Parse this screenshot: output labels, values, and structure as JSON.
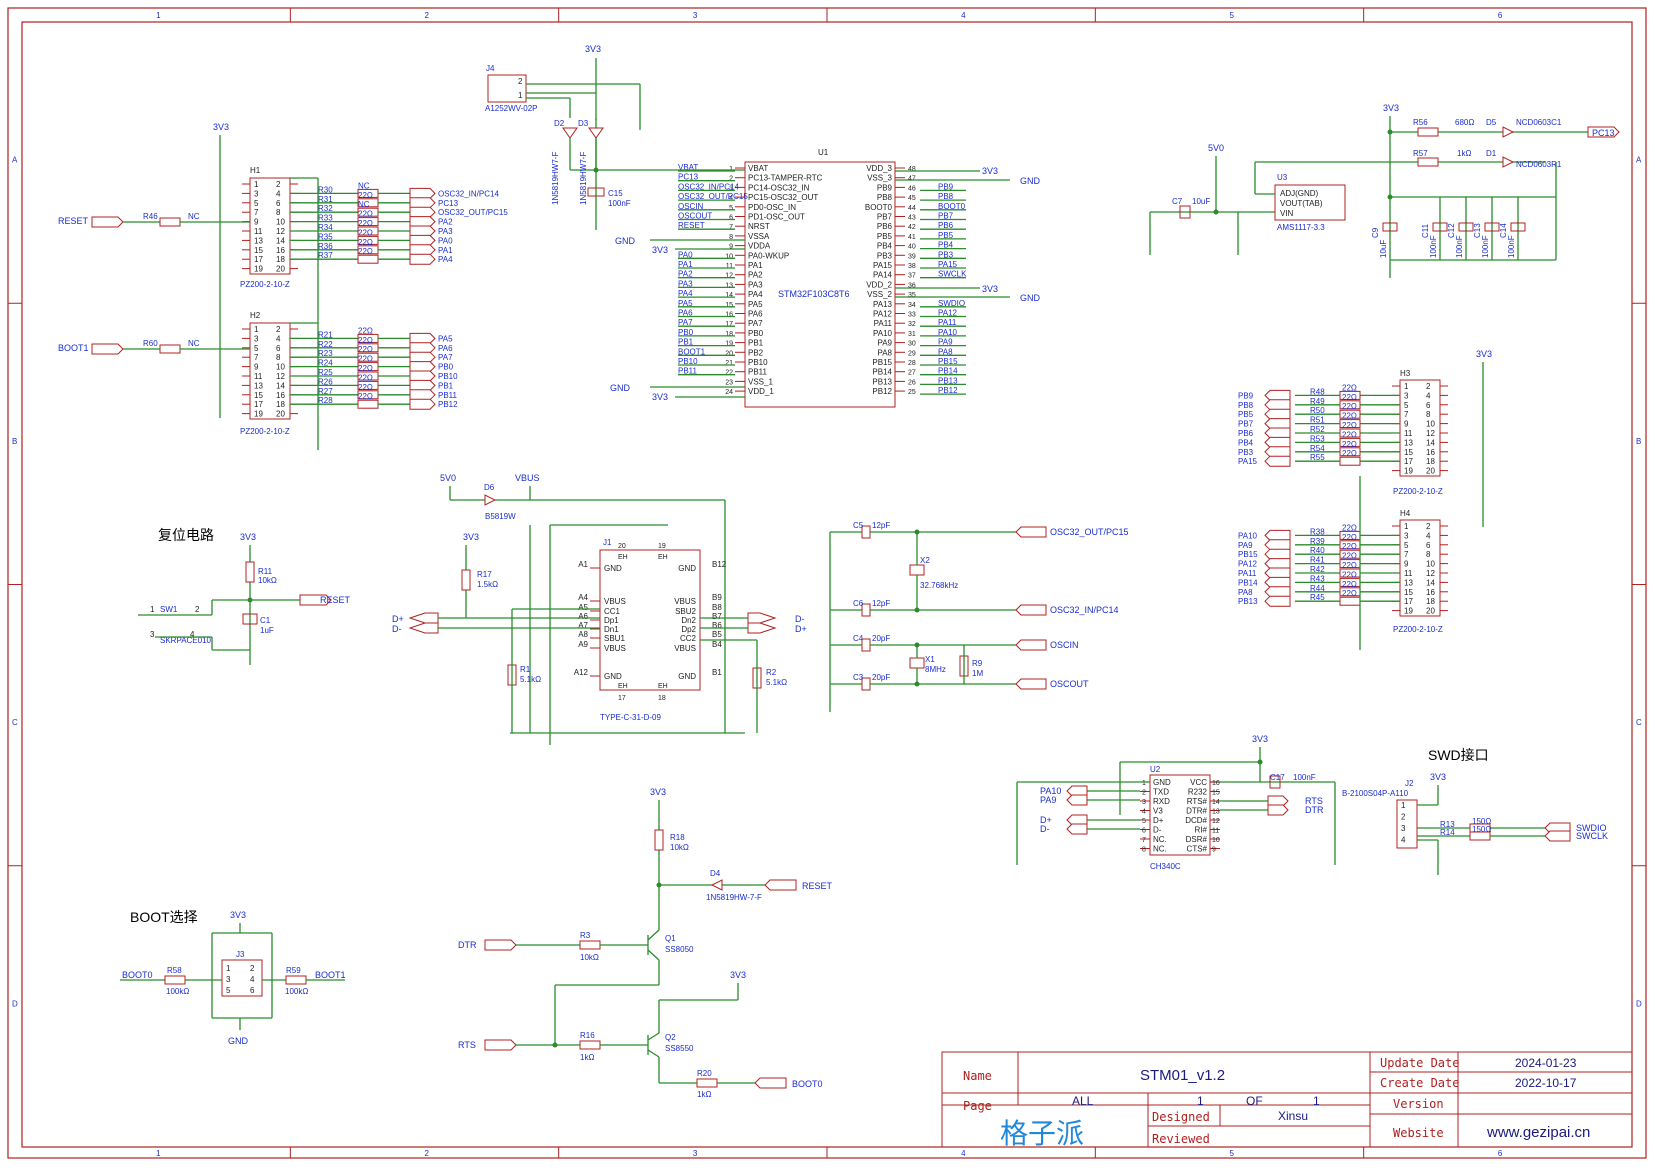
{
  "border": {
    "cols": [
      "1",
      "2",
      "3",
      "4",
      "5",
      "6"
    ],
    "rows": [
      "A",
      "B",
      "C",
      "D"
    ]
  },
  "power": {
    "v33": "3V3",
    "v50": "5V0",
    "gnd": "GND",
    "vbus": "VBUS"
  },
  "sections": {
    "reset": "复位电路",
    "boot": "BOOT选择",
    "swd": "SWD接口"
  },
  "mcu": {
    "ref": "U1",
    "part": "STM32F103C8T6",
    "left_pins": [
      "VBAT",
      "PC13-TAMPER-RTC",
      "PC14-OSC32_IN",
      "PC15-OSC32_OUT",
      "PD0-OSC_IN",
      "PD1-OSC_OUT",
      "NRST",
      "VSSA",
      "VDDA",
      "PA0-WKUP",
      "PA1",
      "PA2",
      "PA3",
      "PA4",
      "PA5",
      "PA6",
      "PA7",
      "PB0",
      "PB1",
      "PB2",
      "PB10",
      "PB11",
      "VSS_1",
      "VDD_1"
    ],
    "left_nums": [
      "1",
      "2",
      "3",
      "4",
      "5",
      "6",
      "7",
      "8",
      "9",
      "10",
      "11",
      "12",
      "13",
      "14",
      "15",
      "16",
      "17",
      "18",
      "19",
      "20",
      "21",
      "22",
      "23",
      "24"
    ],
    "left_nets": [
      "VBAT",
      "PC13",
      "OSC32_IN/PC14",
      "OSC32_OUT/PC15",
      "OSCIN",
      "OSCOUT",
      "RESET",
      "",
      "",
      "PA0",
      "PA1",
      "PA2",
      "PA3",
      "PA4",
      "PA5",
      "PA6",
      "PA7",
      "PB0",
      "PB1",
      "BOOT1",
      "PB10",
      "PB11",
      "",
      ""
    ],
    "right_pins": [
      "VDD_3",
      "VSS_3",
      "PB9",
      "PB8",
      "BOOT0",
      "PB7",
      "PB6",
      "PB5",
      "PB4",
      "PB3",
      "PA15",
      "PA14",
      "VDD_2",
      "VSS_2",
      "PA13",
      "PA12",
      "PA11",
      "PA10",
      "PA9",
      "PA8",
      "PB15",
      "PB14",
      "PB13",
      "PB12"
    ],
    "right_nums": [
      "48",
      "47",
      "46",
      "45",
      "44",
      "43",
      "42",
      "41",
      "40",
      "39",
      "38",
      "37",
      "36",
      "35",
      "34",
      "33",
      "32",
      "31",
      "30",
      "29",
      "28",
      "27",
      "26",
      "25"
    ],
    "right_nets": [
      "",
      "",
      "PB9",
      "PB8",
      "BOOT0",
      "PB7",
      "PB6",
      "PB5",
      "PB4",
      "PB3",
      "PA15",
      "SWCLK",
      "",
      "",
      "SWDIO",
      "PA12",
      "PA11",
      "PA10",
      "PA9",
      "PA8",
      "PB15",
      "PB14",
      "PB13",
      "PB12"
    ]
  },
  "hdr1": {
    "ref": "H1",
    "part": "PZ200-2-10-Z",
    "rows": [
      {
        "r": "R30",
        "v": "NC",
        "net": "OSC32_IN/PC14"
      },
      {
        "r": "R31",
        "v": "22Ω",
        "net": "PC13"
      },
      {
        "r": "R32",
        "v": "NC",
        "net": "OSC32_OUT/PC15"
      },
      {
        "r": "R33",
        "v": "22Ω",
        "net": "PA2"
      },
      {
        "r": "R34",
        "v": "22Ω",
        "net": "PA3"
      },
      {
        "r": "R35",
        "v": "22Ω",
        "net": "PA0"
      },
      {
        "r": "R36",
        "v": "22Ω",
        "net": "PA1"
      },
      {
        "r": "R37",
        "v": "22Ω",
        "net": "PA4"
      }
    ],
    "side": {
      "net": "RESET",
      "r": "R46",
      "v": "NC"
    }
  },
  "hdr2": {
    "ref": "H2",
    "part": "PZ200-2-10-Z",
    "rows": [
      {
        "r": "R21",
        "v": "22Ω",
        "net": "PA5"
      },
      {
        "r": "R22",
        "v": "22Ω",
        "net": "PA6"
      },
      {
        "r": "R23",
        "v": "22Ω",
        "net": "PA7"
      },
      {
        "r": "R24",
        "v": "22Ω",
        "net": "PB0"
      },
      {
        "r": "R25",
        "v": "22Ω",
        "net": "PB10"
      },
      {
        "r": "R26",
        "v": "22Ω",
        "net": "PB1"
      },
      {
        "r": "R27",
        "v": "22Ω",
        "net": "PB11"
      },
      {
        "r": "R28",
        "v": "22Ω",
        "net": "PB12"
      }
    ],
    "side": {
      "net": "BOOT1",
      "r": "R60",
      "v": "NC"
    }
  },
  "hdr3": {
    "ref": "H3",
    "part": "PZ200-2-10-Z",
    "rows": [
      {
        "r": "R48",
        "v": "22Ω",
        "net": "PB9"
      },
      {
        "r": "R49",
        "v": "22Ω",
        "net": "PB8"
      },
      {
        "r": "R50",
        "v": "22Ω",
        "net": "PB5"
      },
      {
        "r": "R51",
        "v": "22Ω",
        "net": "PB7"
      },
      {
        "r": "R52",
        "v": "22Ω",
        "net": "PB6"
      },
      {
        "r": "R53",
        "v": "22Ω",
        "net": "PB4"
      },
      {
        "r": "R54",
        "v": "22Ω",
        "net": "PB3"
      },
      {
        "r": "R55",
        "v": "22Ω",
        "net": "PA15"
      }
    ]
  },
  "hdr4": {
    "ref": "H4",
    "part": "PZ200-2-10-Z",
    "rows": [
      {
        "r": "R38",
        "v": "22Ω",
        "net": "PA10"
      },
      {
        "r": "R39",
        "v": "22Ω",
        "net": "PA9"
      },
      {
        "r": "R40",
        "v": "22Ω",
        "net": "PB15"
      },
      {
        "r": "R41",
        "v": "22Ω",
        "net": "PA12"
      },
      {
        "r": "R42",
        "v": "22Ω",
        "net": "PA11"
      },
      {
        "r": "R43",
        "v": "22Ω",
        "net": "PB14"
      },
      {
        "r": "R44",
        "v": "22Ω",
        "net": "PA8"
      },
      {
        "r": "R45",
        "v": "22Ω",
        "net": "PB13"
      }
    ]
  },
  "hdr_pins": [
    "1",
    "2",
    "3",
    "4",
    "5",
    "6",
    "7",
    "8",
    "9",
    "10",
    "11",
    "12",
    "13",
    "14",
    "15",
    "16",
    "17",
    "18",
    "19",
    "20"
  ],
  "power_in": {
    "j4": "J4",
    "j4_part": "A1252WV-02P",
    "j4_p2": "2",
    "j4_p1": "1",
    "d2": "D2",
    "d3": "D3",
    "d2_part": "1N5819HW7-F",
    "d3_part": "1N5819HW7-F",
    "c15": "C15",
    "c15_v": "100nF"
  },
  "ldo": {
    "u3": "U3",
    "part": "AMS1117-3.3",
    "p1": "ADJ(GND)",
    "p2": "VOUT(TAB)",
    "p3": "VIN",
    "c7": "C7",
    "c7_v": "10uF",
    "caps": [
      {
        "r": "C9",
        "v": "10uF"
      },
      {
        "r": "C11",
        "v": "100nF"
      },
      {
        "r": "C12",
        "v": "100nF"
      },
      {
        "r": "C13",
        "v": "100nF"
      },
      {
        "r": "C14",
        "v": "100nF"
      }
    ],
    "led1": {
      "r": "R56",
      "v": "680Ω",
      "d": "D5",
      "part": "NCD0603C1",
      "net": "PC13"
    },
    "led2": {
      "r": "R57",
      "v": "1kΩ",
      "d": "D1",
      "part": "NCD0603R1"
    }
  },
  "reset_ckt": {
    "r": "R11",
    "rv": "10kΩ",
    "c": "C1",
    "cv": "1uF",
    "sw": "SW1",
    "sw_part": "SKRPACE010",
    "net": "RESET",
    "p1": "1",
    "p2": "2",
    "p3": "3",
    "p4": "4"
  },
  "usb": {
    "j1": "J1",
    "part": "TYPE-C-31-D-09",
    "d6": "D6",
    "d6_part": "B5819W",
    "r17": "R17",
    "r17_v": "1.5kΩ",
    "r1": "R1",
    "r1_v": "5.1kΩ",
    "r2": "R2",
    "r2_v": "5.1kΩ",
    "left_pins": [
      "A1",
      "A4",
      "A5",
      "A6",
      "A7",
      "A8",
      "A9",
      "A12"
    ],
    "left_names": [
      "GND",
      "VBUS",
      "CC1",
      "Dp1",
      "Dn1",
      "SBU1",
      "VBUS",
      "GND"
    ],
    "right_pins": [
      "B12",
      "B9",
      "B8",
      "B7",
      "B6",
      "B5",
      "B4",
      "B1"
    ],
    "right_names": [
      "GND",
      "VBUS",
      "SBU2",
      "Dn2",
      "Dp2",
      "CC2",
      "VBUS",
      "GND"
    ],
    "top_pins": [
      "20",
      "19"
    ],
    "bot_pins": [
      "17",
      "18"
    ],
    "eh": "EH",
    "dp": "D+",
    "dn": "D-"
  },
  "osc": {
    "c5": "C5",
    "c5_v": "12pF",
    "c6": "C6",
    "c6_v": "12pF",
    "c4": "C4",
    "c4_v": "20pF",
    "c3": "C3",
    "c3_v": "20pF",
    "x2": "X2",
    "x2_v": "32.768kHz",
    "x1": "X1",
    "x1_v": "8MHz",
    "r9": "R9",
    "r9_v": "1M",
    "nets": [
      "OSC32_OUT/PC15",
      "OSC32_IN/PC14",
      "OSCIN",
      "OSCOUT"
    ]
  },
  "autodl": {
    "r18": "R18",
    "r18_v": "10kΩ",
    "d4": "D4",
    "d4_part": "1N5819HW-7-F",
    "q1": "Q1",
    "q1_part": "SS8050",
    "q2": "Q2",
    "q2_part": "SS8550",
    "r3": "R3",
    "r3_v": "10kΩ",
    "r16": "R16",
    "r16_v": "1kΩ",
    "r20": "R20",
    "r20_v": "1kΩ",
    "dtr": "DTR",
    "rts": "RTS",
    "reset": "RESET",
    "boot0": "BOOT0"
  },
  "bootsel": {
    "j3": "J3",
    "r58": "R58",
    "r58_v": "100kΩ",
    "r59": "R59",
    "r59_v": "100kΩ",
    "left_net": "BOOT0",
    "right_net": "BOOT1",
    "pins_l": [
      "1",
      "3",
      "5"
    ],
    "pins_r": [
      "2",
      "4",
      "6"
    ]
  },
  "ch340": {
    "u2": "U2",
    "part": "CH340C",
    "c17": "C17",
    "c17_v": "100nF",
    "left": [
      "GND",
      "TXD",
      "RXD",
      "V3",
      "D+",
      "D-",
      "NC.",
      "NC."
    ],
    "left_nums": [
      "1",
      "2",
      "3",
      "4",
      "5",
      "6",
      "7",
      "8"
    ],
    "right": [
      "VCC",
      "R232",
      "RTS#",
      "DTR#",
      "DCD#",
      "RI#",
      "DSR#",
      "CTS#"
    ],
    "right_nums": [
      "16",
      "15",
      "14",
      "13",
      "12",
      "11",
      "10",
      "9"
    ],
    "nets_l": [
      "PA10",
      "PA9",
      "D+",
      "D-"
    ],
    "nets_r": [
      "RTS",
      "DTR"
    ]
  },
  "swd": {
    "j2": "J2",
    "part": "B-2100S04P-A110",
    "r13": "R13",
    "r13_v": "150Ω",
    "r14": "R14",
    "r14_v": "150Ω",
    "nets": [
      "SWDIO",
      "SWCLK"
    ],
    "pins": [
      "1",
      "2",
      "3",
      "4"
    ]
  },
  "title_block": {
    "name_key": "Name",
    "name": "STM01_v1.2",
    "page_key": "Page",
    "page_all": "ALL",
    "page_num": "1",
    "page_of": "OF",
    "page_total": "1",
    "brand": "格子派",
    "designed_key": "Designed",
    "designed": "Xinsu",
    "reviewed_key": "Reviewed",
    "update_key": "Update Date",
    "update": "2024-01-23",
    "create_key": "Create Date",
    "create": "2022-10-17",
    "version_key": "Version",
    "website_key": "Website",
    "website": "www.gezipai.cn"
  }
}
